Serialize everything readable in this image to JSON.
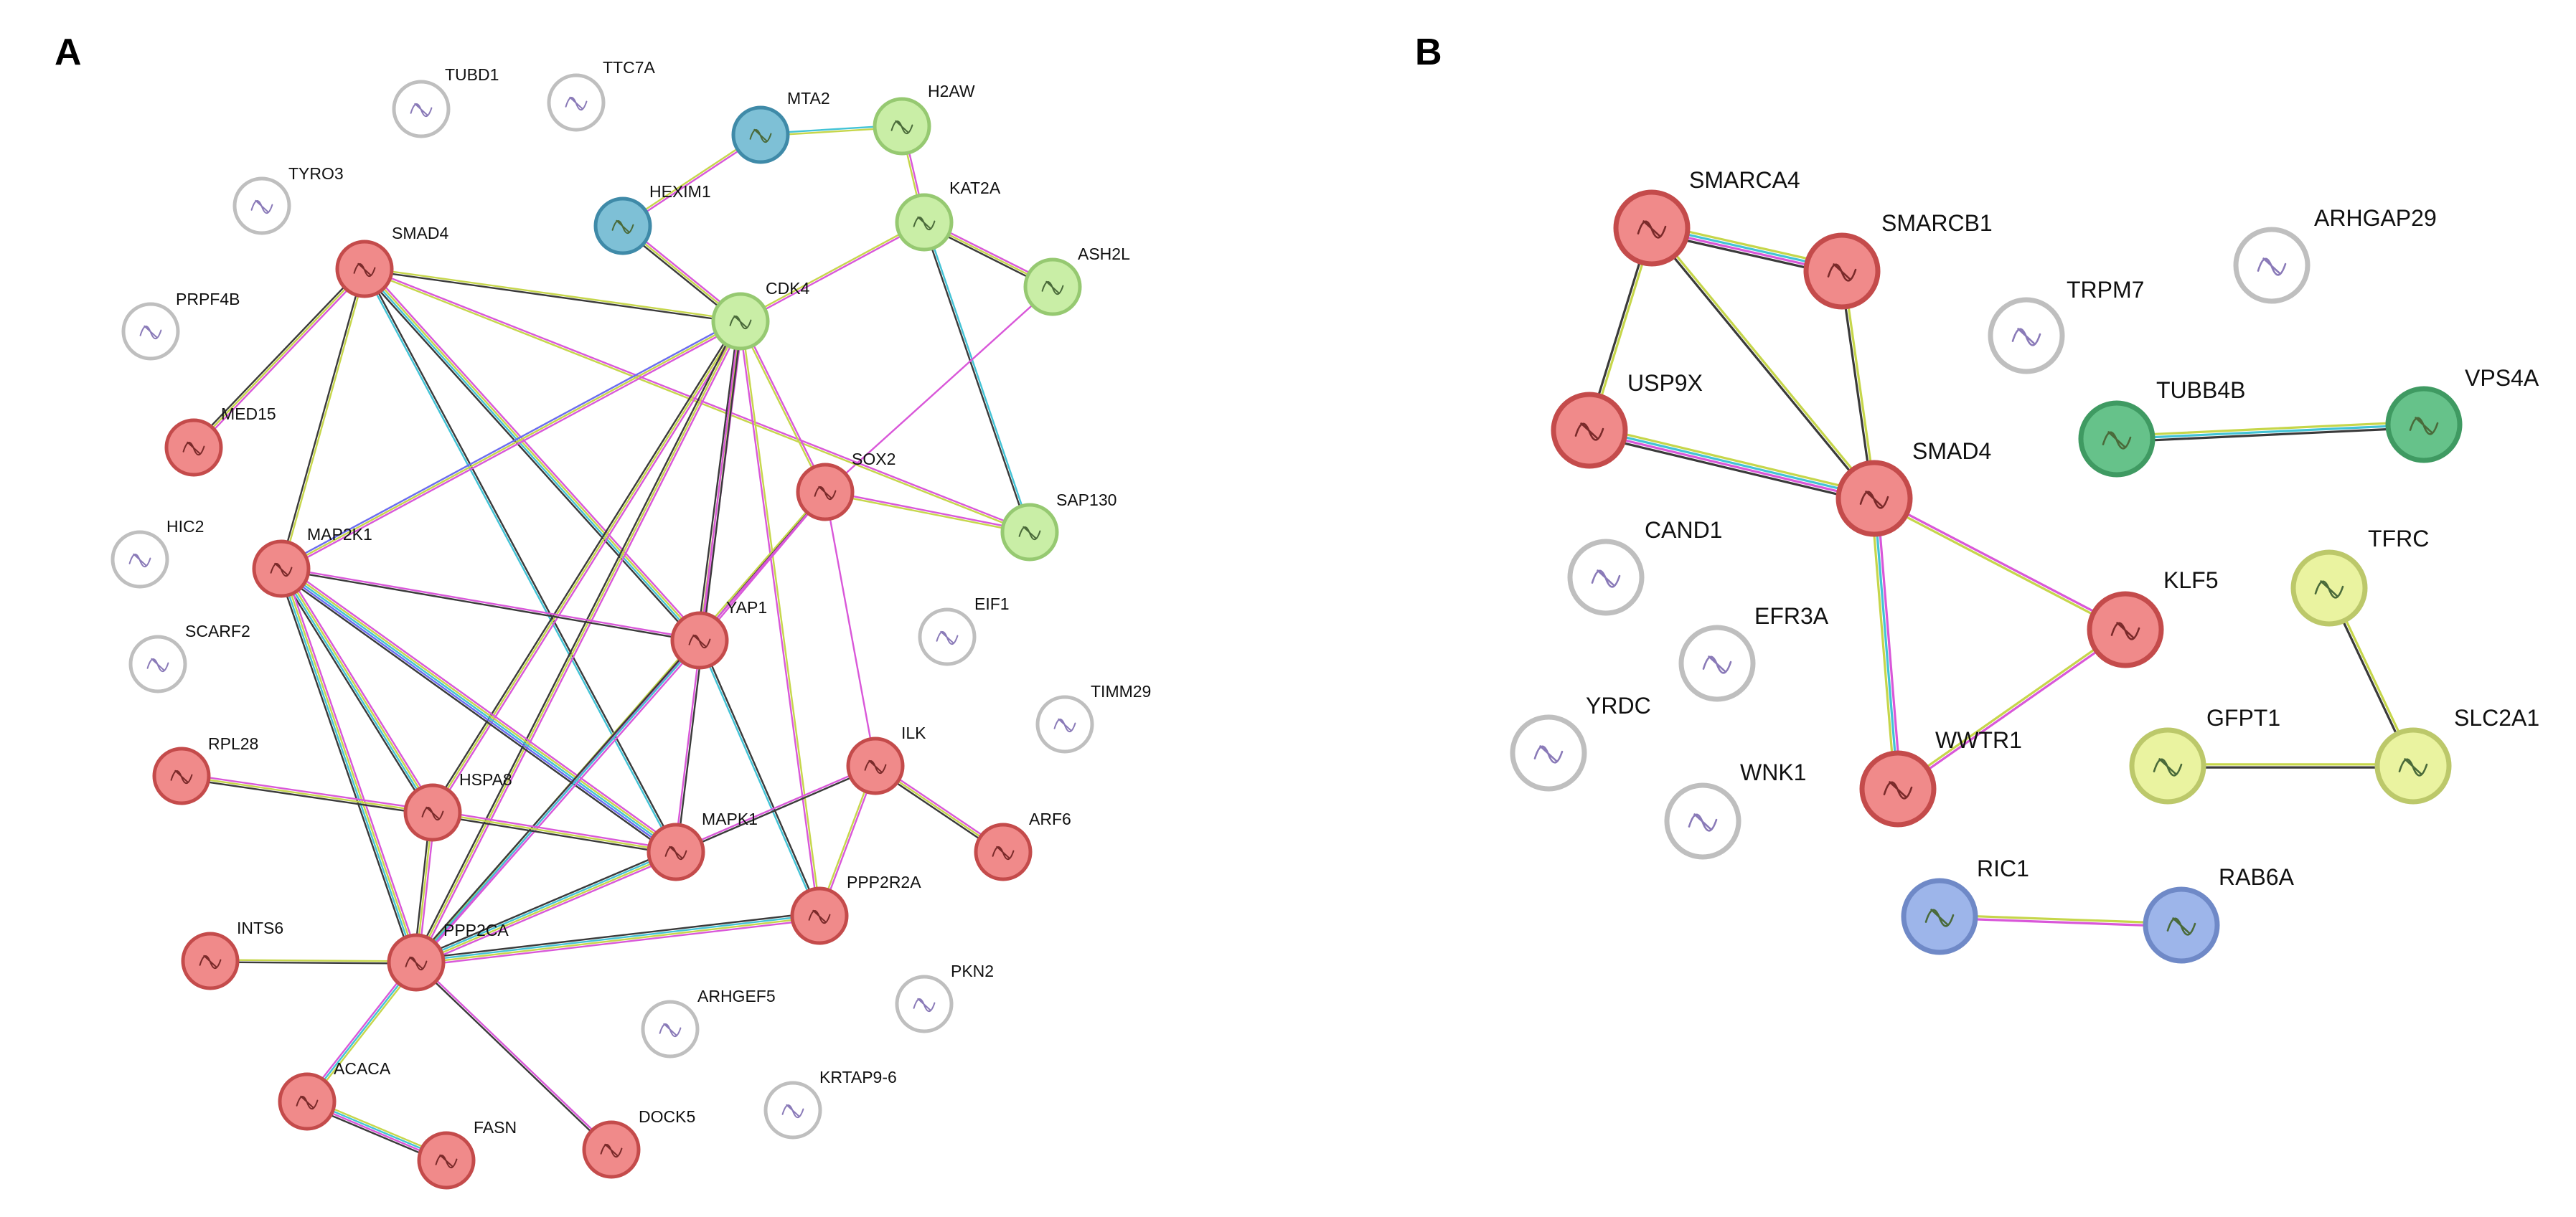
{
  "colors": {
    "red": "#f08a8a",
    "red_stroke": "#c44b4b",
    "green_light": "#c9eea6",
    "green_light_stroke": "#96c971",
    "blue": "#7ec0d6",
    "blue_stroke": "#3f8aa8",
    "green_dark": "#66c28a",
    "green_dark_stroke": "#3f9a62",
    "yellow": "#eaf3a0",
    "yellow_stroke": "#bcc86a",
    "periwinkle": "#9db5ea",
    "periwinkle_stroke": "#6f89c7",
    "gray": "#ffffff",
    "gray_stroke": "#bfbfbf"
  },
  "panels": [
    {
      "id": "A",
      "label": "A",
      "nodes": [
        {
          "id": "TUBD1",
          "color": "gray"
        },
        {
          "id": "TTC7A",
          "color": "gray"
        },
        {
          "id": "MTA2",
          "color": "blue"
        },
        {
          "id": "H2AW",
          "color": "green_light"
        },
        {
          "id": "TYRO3",
          "color": "gray"
        },
        {
          "id": "HEXIM1",
          "color": "blue"
        },
        {
          "id": "KAT2A",
          "color": "green_light"
        },
        {
          "id": "SMAD4",
          "color": "red"
        },
        {
          "id": "ASH2L",
          "color": "green_light"
        },
        {
          "id": "CDK4",
          "color": "green_light"
        },
        {
          "id": "PRPF4B",
          "color": "gray"
        },
        {
          "id": "MED15",
          "color": "red"
        },
        {
          "id": "SOX2",
          "color": "red"
        },
        {
          "id": "SAP130",
          "color": "green_light"
        },
        {
          "id": "HIC2",
          "color": "gray"
        },
        {
          "id": "MAP2K1",
          "color": "red"
        },
        {
          "id": "YAP1",
          "color": "red"
        },
        {
          "id": "EIF1",
          "color": "gray"
        },
        {
          "id": "SCARF2",
          "color": "gray"
        },
        {
          "id": "TIMM29",
          "color": "gray"
        },
        {
          "id": "RPL28",
          "color": "red"
        },
        {
          "id": "ILK",
          "color": "red"
        },
        {
          "id": "HSPA8",
          "color": "red"
        },
        {
          "id": "MAPK1",
          "color": "red"
        },
        {
          "id": "ARF6",
          "color": "red"
        },
        {
          "id": "PPP2R2A",
          "color": "red"
        },
        {
          "id": "INTS6",
          "color": "red"
        },
        {
          "id": "PPP2CA",
          "color": "red"
        },
        {
          "id": "PKN2",
          "color": "gray"
        },
        {
          "id": "ARHGEF5",
          "color": "gray"
        },
        {
          "id": "KRTAP9-6",
          "color": "gray"
        },
        {
          "id": "ACACA",
          "color": "red"
        },
        {
          "id": "FASN",
          "color": "red"
        },
        {
          "id": "DOCK5",
          "color": "red"
        }
      ],
      "edges": [
        {
          "s": "MTA2",
          "t": "HEXIM1",
          "c": [
            "pink",
            "olive"
          ]
        },
        {
          "s": "MTA2",
          "t": "H2AW",
          "c": [
            "cyan",
            "olive"
          ]
        },
        {
          "s": "H2AW",
          "t": "KAT2A",
          "c": [
            "pink",
            "olive"
          ]
        },
        {
          "s": "KAT2A",
          "t": "ASH2L",
          "c": [
            "pink",
            "olive",
            "dark"
          ]
        },
        {
          "s": "KAT2A",
          "t": "CDK4",
          "c": [
            "pink",
            "olive"
          ]
        },
        {
          "s": "KAT2A",
          "t": "SAP130",
          "c": [
            "cyan",
            "dark"
          ]
        },
        {
          "s": "HEXIM1",
          "t": "CDK4",
          "c": [
            "pink",
            "olive",
            "dark"
          ]
        },
        {
          "s": "ASH2L",
          "t": "SOX2",
          "c": [
            "pink"
          ]
        },
        {
          "s": "SMAD4",
          "t": "CDK4",
          "c": [
            "olive",
            "dark"
          ]
        },
        {
          "s": "SMAD4",
          "t": "SAP130",
          "c": [
            "pink",
            "olive"
          ]
        },
        {
          "s": "SMAD4",
          "t": "MED15",
          "c": [
            "pink",
            "olive",
            "dark"
          ]
        },
        {
          "s": "SMAD4",
          "t": "MAP2K1",
          "c": [
            "olive",
            "dark"
          ]
        },
        {
          "s": "SMAD4",
          "t": "YAP1",
          "c": [
            "pink",
            "olive",
            "cyan",
            "dark"
          ]
        },
        {
          "s": "SMAD4",
          "t": "MAPK1",
          "c": [
            "dark",
            "cyan"
          ]
        },
        {
          "s": "CDK4",
          "t": "SOX2",
          "c": [
            "pink",
            "olive"
          ]
        },
        {
          "s": "CDK4",
          "t": "MAP2K1",
          "c": [
            "pink",
            "olive",
            "blue"
          ]
        },
        {
          "s": "CDK4",
          "t": "YAP1",
          "c": [
            "pink",
            "olive",
            "dark"
          ]
        },
        {
          "s": "CDK4",
          "t": "HSPA8",
          "c": [
            "pink",
            "olive",
            "dark"
          ]
        },
        {
          "s": "CDK4",
          "t": "MAPK1",
          "c": [
            "dark",
            "pink"
          ]
        },
        {
          "s": "CDK4",
          "t": "PPP2R2A",
          "c": [
            "olive",
            "pink"
          ]
        },
        {
          "s": "CDK4",
          "t": "PPP2CA",
          "c": [
            "pink",
            "olive",
            "dark"
          ]
        },
        {
          "s": "SOX2",
          "t": "SAP130",
          "c": [
            "pink",
            "olive"
          ]
        },
        {
          "s": "SOX2",
          "t": "YAP1",
          "c": [
            "pink",
            "dark"
          ]
        },
        {
          "s": "SOX2",
          "t": "ILK",
          "c": [
            "pink"
          ]
        },
        {
          "s": "SOX2",
          "t": "PPP2CA",
          "c": [
            "pink",
            "olive"
          ]
        },
        {
          "s": "MAP2K1",
          "t": "YAP1",
          "c": [
            "pink",
            "dark"
          ]
        },
        {
          "s": "MAP2K1",
          "t": "HSPA8",
          "c": [
            "pink",
            "olive",
            "cyan",
            "dark"
          ]
        },
        {
          "s": "MAP2K1",
          "t": "MAPK1",
          "c": [
            "pink",
            "olive",
            "cyan",
            "blue",
            "dark"
          ]
        },
        {
          "s": "MAP2K1",
          "t": "PPP2CA",
          "c": [
            "pink",
            "olive",
            "cyan",
            "dark"
          ]
        },
        {
          "s": "YAP1",
          "t": "PPP2R2A",
          "c": [
            "dark",
            "cyan"
          ]
        },
        {
          "s": "YAP1",
          "t": "PPP2CA",
          "c": [
            "pink",
            "cyan",
            "dark"
          ]
        },
        {
          "s": "RPL28",
          "t": "HSPA8",
          "c": [
            "pink",
            "olive",
            "dark"
          ]
        },
        {
          "s": "HSPA8",
          "t": "MAPK1",
          "c": [
            "pink",
            "olive",
            "dark"
          ]
        },
        {
          "s": "HSPA8",
          "t": "PPP2CA",
          "c": [
            "pink",
            "olive",
            "dark"
          ]
        },
        {
          "s": "MAPK1",
          "t": "ILK",
          "c": [
            "pink",
            "dark"
          ]
        },
        {
          "s": "MAPK1",
          "t": "PPP2CA",
          "c": [
            "pink",
            "olive",
            "cyan",
            "dark"
          ]
        },
        {
          "s": "ILK",
          "t": "ARF6",
          "c": [
            "pink",
            "olive",
            "dark"
          ]
        },
        {
          "s": "ILK",
          "t": "PPP2R2A",
          "c": [
            "pink",
            "olive"
          ]
        },
        {
          "s": "PPP2R2A",
          "t": "PPP2CA",
          "c": [
            "pink",
            "olive",
            "cyan",
            "dark"
          ]
        },
        {
          "s": "INTS6",
          "t": "PPP2CA",
          "c": [
            "olive",
            "dark"
          ]
        },
        {
          "s": "PPP2CA",
          "t": "ACACA",
          "c": [
            "olive",
            "cyan",
            "pink"
          ]
        },
        {
          "s": "PPP2CA",
          "t": "DOCK5",
          "c": [
            "pink",
            "dark"
          ]
        },
        {
          "s": "ACACA",
          "t": "FASN",
          "c": [
            "olive",
            "cyan",
            "pink",
            "dark"
          ]
        }
      ]
    },
    {
      "id": "B",
      "label": "B",
      "nodes": [
        {
          "id": "SMARCA4",
          "color": "red"
        },
        {
          "id": "SMARCB1",
          "color": "red"
        },
        {
          "id": "ARHGAP29",
          "color": "gray"
        },
        {
          "id": "TRPM7",
          "color": "gray"
        },
        {
          "id": "USP9X",
          "color": "red"
        },
        {
          "id": "TUBB4B",
          "color": "green_dark"
        },
        {
          "id": "VPS4A",
          "color": "green_dark"
        },
        {
          "id": "SMAD4",
          "color": "red"
        },
        {
          "id": "CAND1",
          "color": "gray"
        },
        {
          "id": "TFRC",
          "color": "yellow"
        },
        {
          "id": "KLF5",
          "color": "red"
        },
        {
          "id": "EFR3A",
          "color": "gray"
        },
        {
          "id": "YRDC",
          "color": "gray"
        },
        {
          "id": "WWTR1",
          "color": "red"
        },
        {
          "id": "GFPT1",
          "color": "yellow"
        },
        {
          "id": "SLC2A1",
          "color": "yellow"
        },
        {
          "id": "WNK1",
          "color": "gray"
        },
        {
          "id": "RIC1",
          "color": "periwinkle"
        },
        {
          "id": "RAB6A",
          "color": "periwinkle"
        }
      ],
      "edges": [
        {
          "s": "SMARCA4",
          "t": "SMARCB1",
          "c": [
            "olive",
            "cyan",
            "pink",
            "dark"
          ]
        },
        {
          "s": "SMARCA4",
          "t": "USP9X",
          "c": [
            "olive",
            "dark"
          ]
        },
        {
          "s": "SMARCA4",
          "t": "SMAD4",
          "c": [
            "olive",
            "dark"
          ]
        },
        {
          "s": "SMARCB1",
          "t": "SMAD4",
          "c": [
            "olive",
            "dark"
          ]
        },
        {
          "s": "USP9X",
          "t": "SMAD4",
          "c": [
            "olive",
            "cyan",
            "pink",
            "dark"
          ]
        },
        {
          "s": "SMAD4",
          "t": "KLF5",
          "c": [
            "pink",
            "olive"
          ]
        },
        {
          "s": "SMAD4",
          "t": "WWTR1",
          "c": [
            "pink",
            "cyan",
            "olive"
          ]
        },
        {
          "s": "KLF5",
          "t": "WWTR1",
          "c": [
            "pink",
            "olive"
          ]
        },
        {
          "s": "TUBB4B",
          "t": "VPS4A",
          "c": [
            "olive",
            "cyan",
            "dark"
          ]
        },
        {
          "s": "TFRC",
          "t": "SLC2A1",
          "c": [
            "olive",
            "dark"
          ]
        },
        {
          "s": "GFPT1",
          "t": "SLC2A1",
          "c": [
            "olive",
            "dark"
          ]
        },
        {
          "s": "RIC1",
          "t": "RAB6A",
          "c": [
            "olive",
            "pink"
          ]
        }
      ]
    }
  ]
}
